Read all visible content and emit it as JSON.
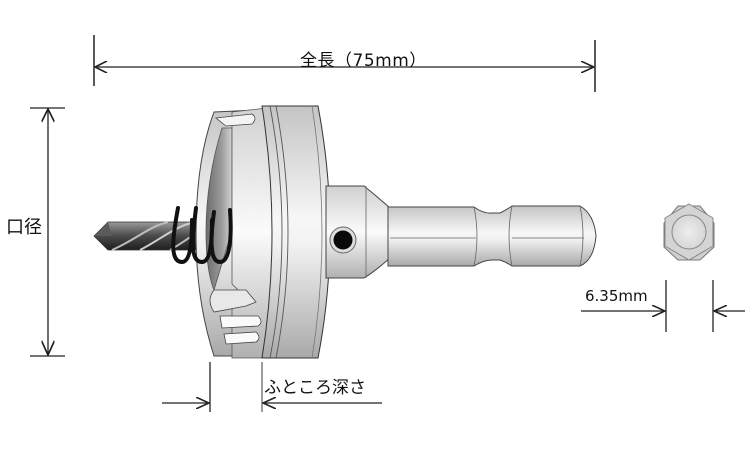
{
  "diagram": {
    "title": "Hole saw with hex shank – dimension drawing",
    "dimensions": {
      "total_length": {
        "label": "全長（75mm）",
        "meaning": "overall length",
        "value_mm": 75
      },
      "diameter": {
        "label": "口径",
        "meaning": "cutting diameter"
      },
      "hex_shank": {
        "label": "6.35mm",
        "meaning": "hex shank width across flats",
        "value_mm": 6.35
      },
      "cutting_depth": {
        "label": "ふところ深さ",
        "meaning": "cutting depth"
      }
    },
    "parts": [
      {
        "name": "pilot-drill",
        "description": "twist center drill bit"
      },
      {
        "name": "spring",
        "description": "ejector spring around drill"
      },
      {
        "name": "cutter-cup",
        "description": "hole saw cup with teeth"
      },
      {
        "name": "collar",
        "description": "body flange"
      },
      {
        "name": "set-screw-hole",
        "description": "side screw hole"
      },
      {
        "name": "hex-shank",
        "description": "6.35mm hex shank"
      },
      {
        "name": "hex-end-view",
        "description": "hex shank cross-section"
      }
    ],
    "colors": {
      "line": "#222222",
      "metal_light": "#f2f2f2",
      "metal_mid": "#c8c8c8",
      "metal_dark": "#8a8a8a",
      "drill_dark": "#3a3a3a",
      "spring": "#111111"
    }
  }
}
